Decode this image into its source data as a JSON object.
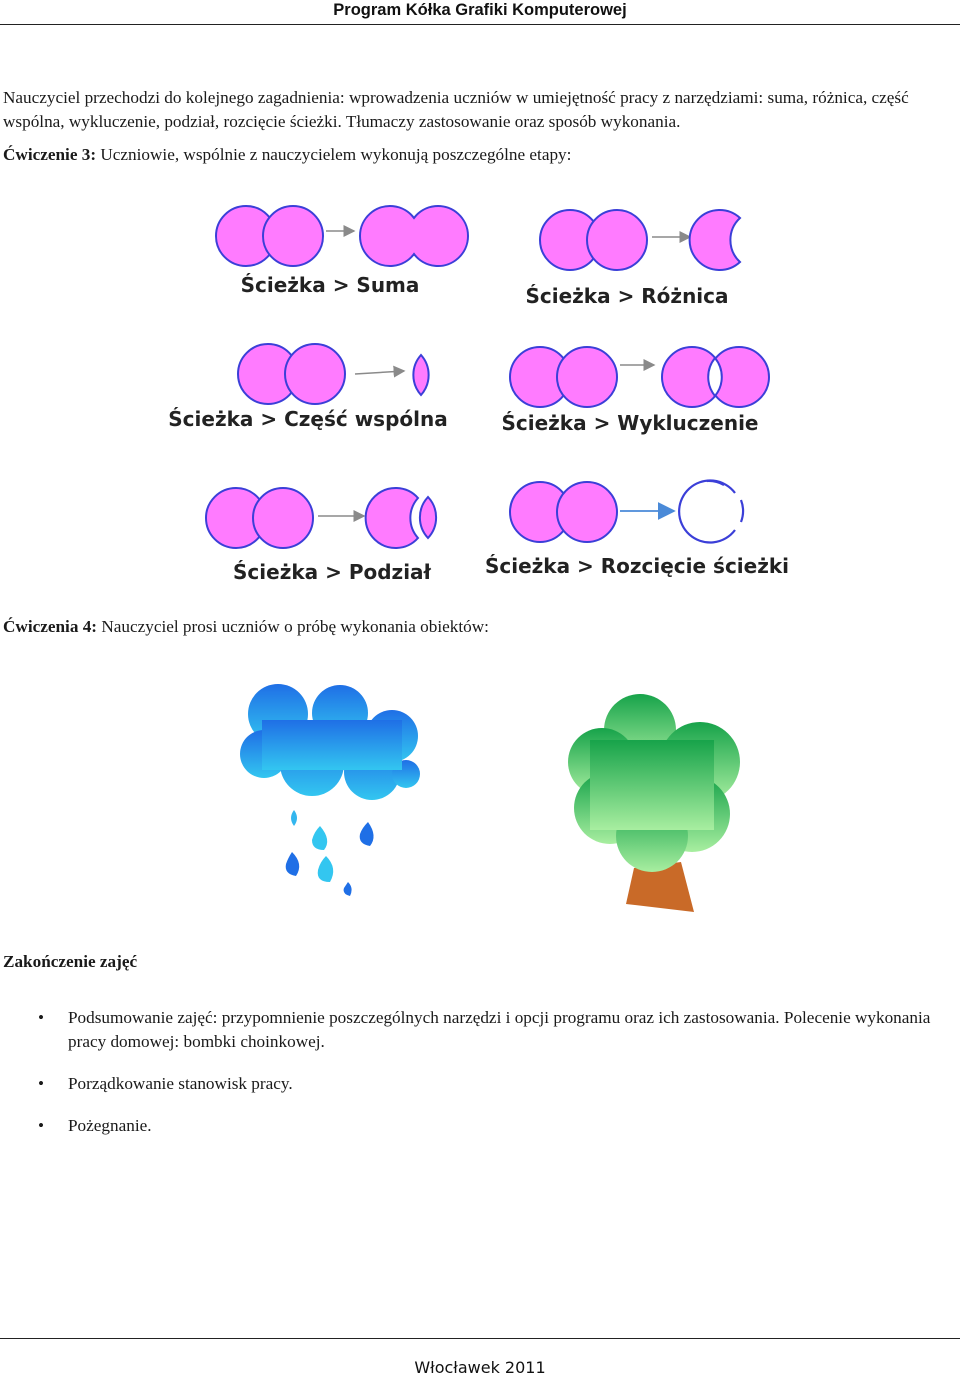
{
  "header": {
    "title": "Program Kółka Grafiki Komputerowej"
  },
  "intro": {
    "text": "Nauczyciel przechodzi do kolejnego zagadnienia: wprowadzenia uczniów w umiejętność pracy z narzędziami: suma, różnica, część wspólna, wykluczenie, podział, rozcięcie ścieżki. Tłumaczy zastosowanie oraz sposób wykonania."
  },
  "exercise3": {
    "label": "Ćwiczenie 3:",
    "text": " Uczniowie, wspólnie z nauczycielem wykonują poszczególne etapy:"
  },
  "operations": [
    {
      "caption": "Ścieżka > Suma"
    },
    {
      "caption": "Ścieżka > Różnica"
    },
    {
      "caption": "Ścieżka > Część wspólna"
    },
    {
      "caption": "Ścieżka > Wykluczenie"
    },
    {
      "caption": "Ścieżka > Podział"
    },
    {
      "caption": "Ścieżka > Rozcięcie ścieżki"
    }
  ],
  "exercise4": {
    "label": "Ćwiczenia 4:",
    "text": " Nauczyciel prosi uczniów o próbę wykonania obiektów:"
  },
  "ending": {
    "title": "Zakończenie zajęć"
  },
  "bullets": [
    "Podsumowanie zajęć: przypomnienie poszczególnych narzędzi i opcji programu oraz ich zastosowania. Polecenie wykonania pracy domowej: bombki choinkowej.",
    "Porządkowanie stanowisk pracy.",
    "Pożegnanie."
  ],
  "footer": {
    "text": "Włocławek 2011"
  },
  "colors": {
    "shape_fill": "#ff7bff",
    "shape_stroke": "#3b3fd8",
    "arrow": "#8a8a8a",
    "arrow_blue": "#4a8ad8"
  }
}
